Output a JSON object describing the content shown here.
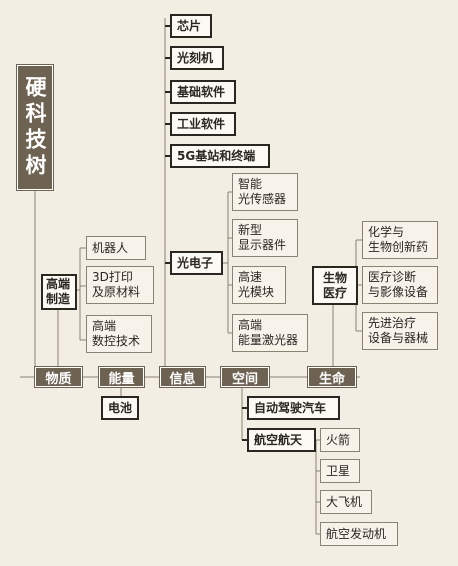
{
  "title": "硬科技树",
  "categories": {
    "materials": "物质",
    "energy": "能量",
    "information": "信息",
    "space": "空间",
    "life": "生命"
  },
  "materials": {
    "group": "高端\n制造",
    "items": [
      "机器人",
      "3D打印\n及原材料",
      "高端\n数控技术"
    ]
  },
  "energy": {
    "items": [
      "电池"
    ]
  },
  "information": {
    "items": [
      "芯片",
      "光刻机",
      "基础软件",
      "工业软件",
      "5G基站和终端"
    ],
    "optoelectronics": {
      "label": "光电子",
      "items": [
        "智能\n光传感器",
        "新型\n显示器件",
        "高速\n光模块",
        "高端\n能量激光器"
      ]
    }
  },
  "space": {
    "items": [
      "自动驾驶汽车"
    ],
    "aerospace": {
      "label": "航空航天",
      "items": [
        "火箭",
        "卫星",
        "大飞机",
        "航空发动机"
      ]
    }
  },
  "life": {
    "group": "生物\n医疗",
    "items": [
      "化学与\n生物创新药",
      "医疗诊断\n与影像设备",
      "先进治疗\n设备与器械"
    ]
  }
}
